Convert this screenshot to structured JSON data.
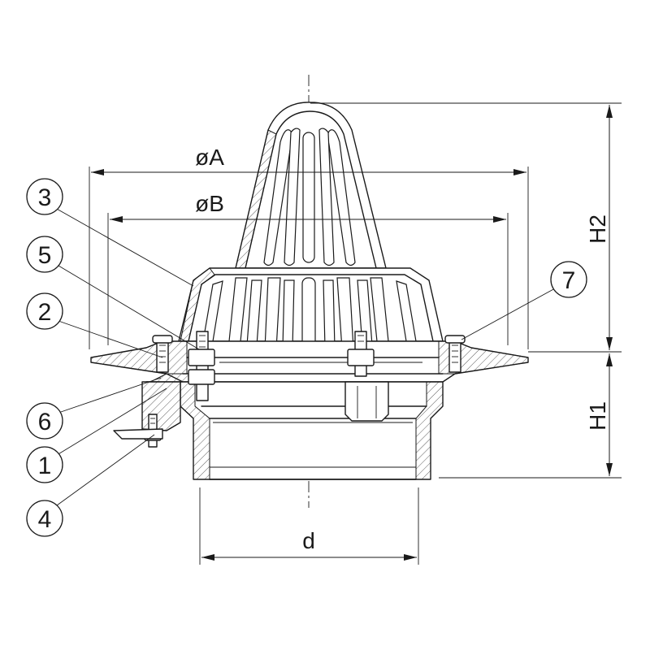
{
  "dimensions": {
    "outer_diameter": "øA",
    "inner_diameter": "øB",
    "outlet_diameter": "d",
    "upper_height": "H2",
    "lower_height": "H1"
  },
  "callouts": [
    "1",
    "2",
    "3",
    "4",
    "5",
    "6",
    "7"
  ]
}
